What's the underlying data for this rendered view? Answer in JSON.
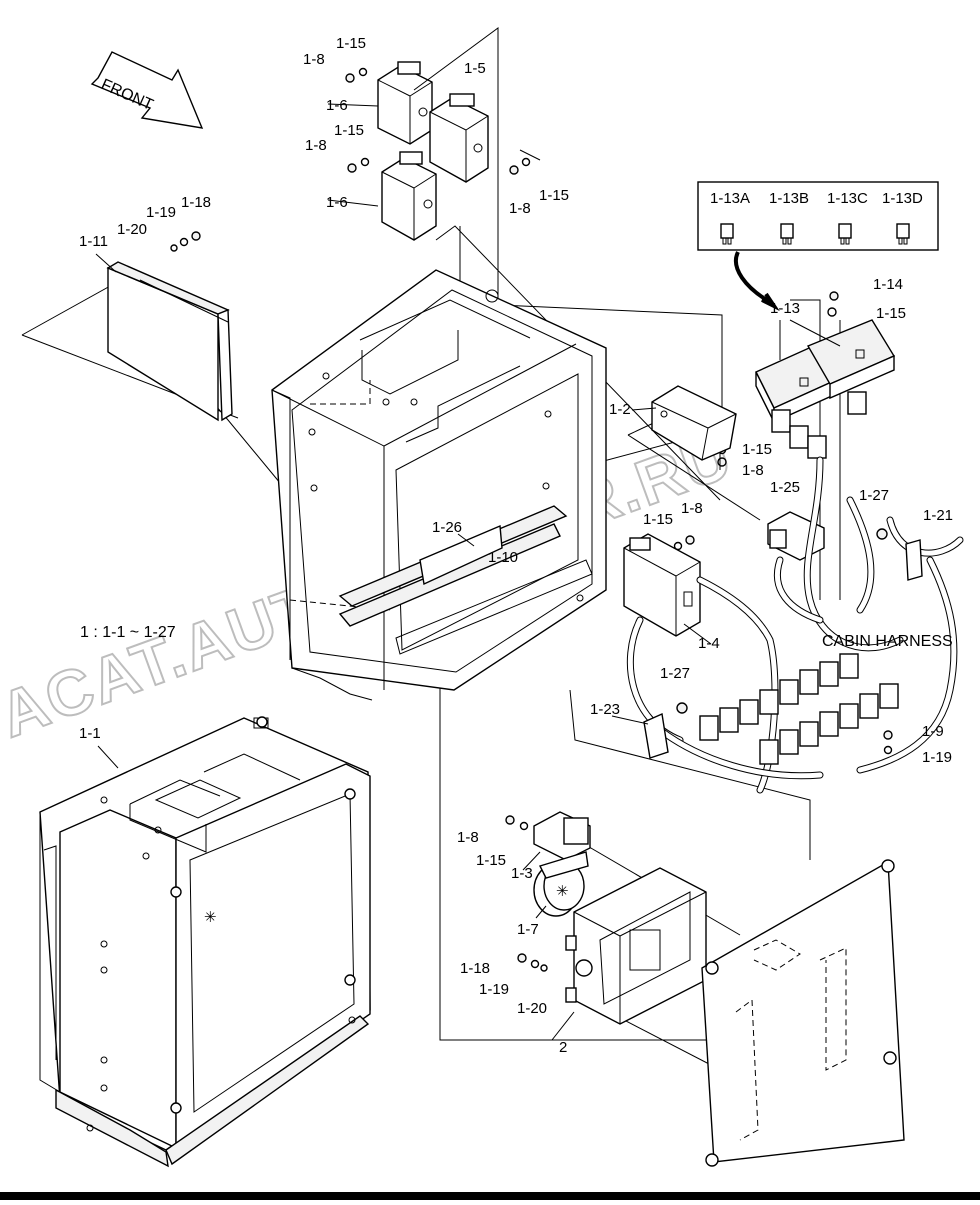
{
  "diagram": {
    "direction_label": "FRONT",
    "range_label": "1 : 1-1 ~ 1-27",
    "harness_label": "CABIN HARNESS",
    "watermark": "ACAT.AUTODEALER.RU",
    "fuse_box": {
      "items": [
        "1-13A",
        "1-13B",
        "1-13C",
        "1-13D"
      ]
    },
    "callouts": [
      "1-8",
      "1-15",
      "1-5",
      "1-6",
      "1-8",
      "1-15",
      "1-6",
      "1-8",
      "1-15",
      "1-19",
      "1-18",
      "1-20",
      "1-11",
      "1-14",
      "1-15",
      "1-13",
      "1-2",
      "1-15",
      "1-8",
      "1-25",
      "1-27",
      "1-21",
      "1-8",
      "1-15",
      "1-26",
      "1-10",
      "1-4",
      "1-27",
      "1-23",
      "1-9",
      "1-19",
      "1-1",
      "1-8",
      "1-15",
      "1-3",
      "1-7",
      "1-18",
      "1-19",
      "1-20",
      "2"
    ]
  }
}
